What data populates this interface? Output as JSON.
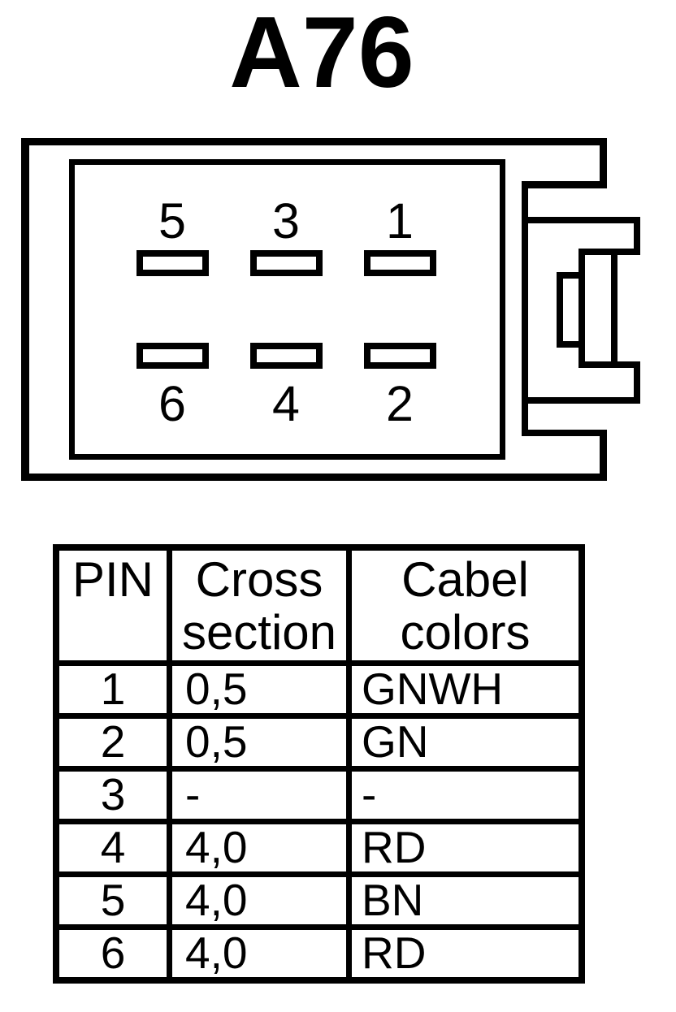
{
  "title": "A76",
  "connector": {
    "pins_top": [
      "5",
      "3",
      "1"
    ],
    "pins_bottom": [
      "6",
      "4",
      "2"
    ]
  },
  "table": {
    "headers": {
      "pin": "PIN",
      "cross_section": "Cross section",
      "cable_colors": "Cabel colors"
    },
    "rows": [
      {
        "pin": "1",
        "cross_section": "0,5",
        "cable_color": "GNWH"
      },
      {
        "pin": "2",
        "cross_section": "0,5",
        "cable_color": "GN"
      },
      {
        "pin": "3",
        "cross_section": "-",
        "cable_color": "-"
      },
      {
        "pin": "4",
        "cross_section": "4,0",
        "cable_color": "RD"
      },
      {
        "pin": "5",
        "cross_section": "4,0",
        "cable_color": "BN"
      },
      {
        "pin": "6",
        "cross_section": "4,0",
        "cable_color": "RD"
      }
    ]
  },
  "colors": {
    "line": "#000000",
    "background": "#ffffff"
  }
}
